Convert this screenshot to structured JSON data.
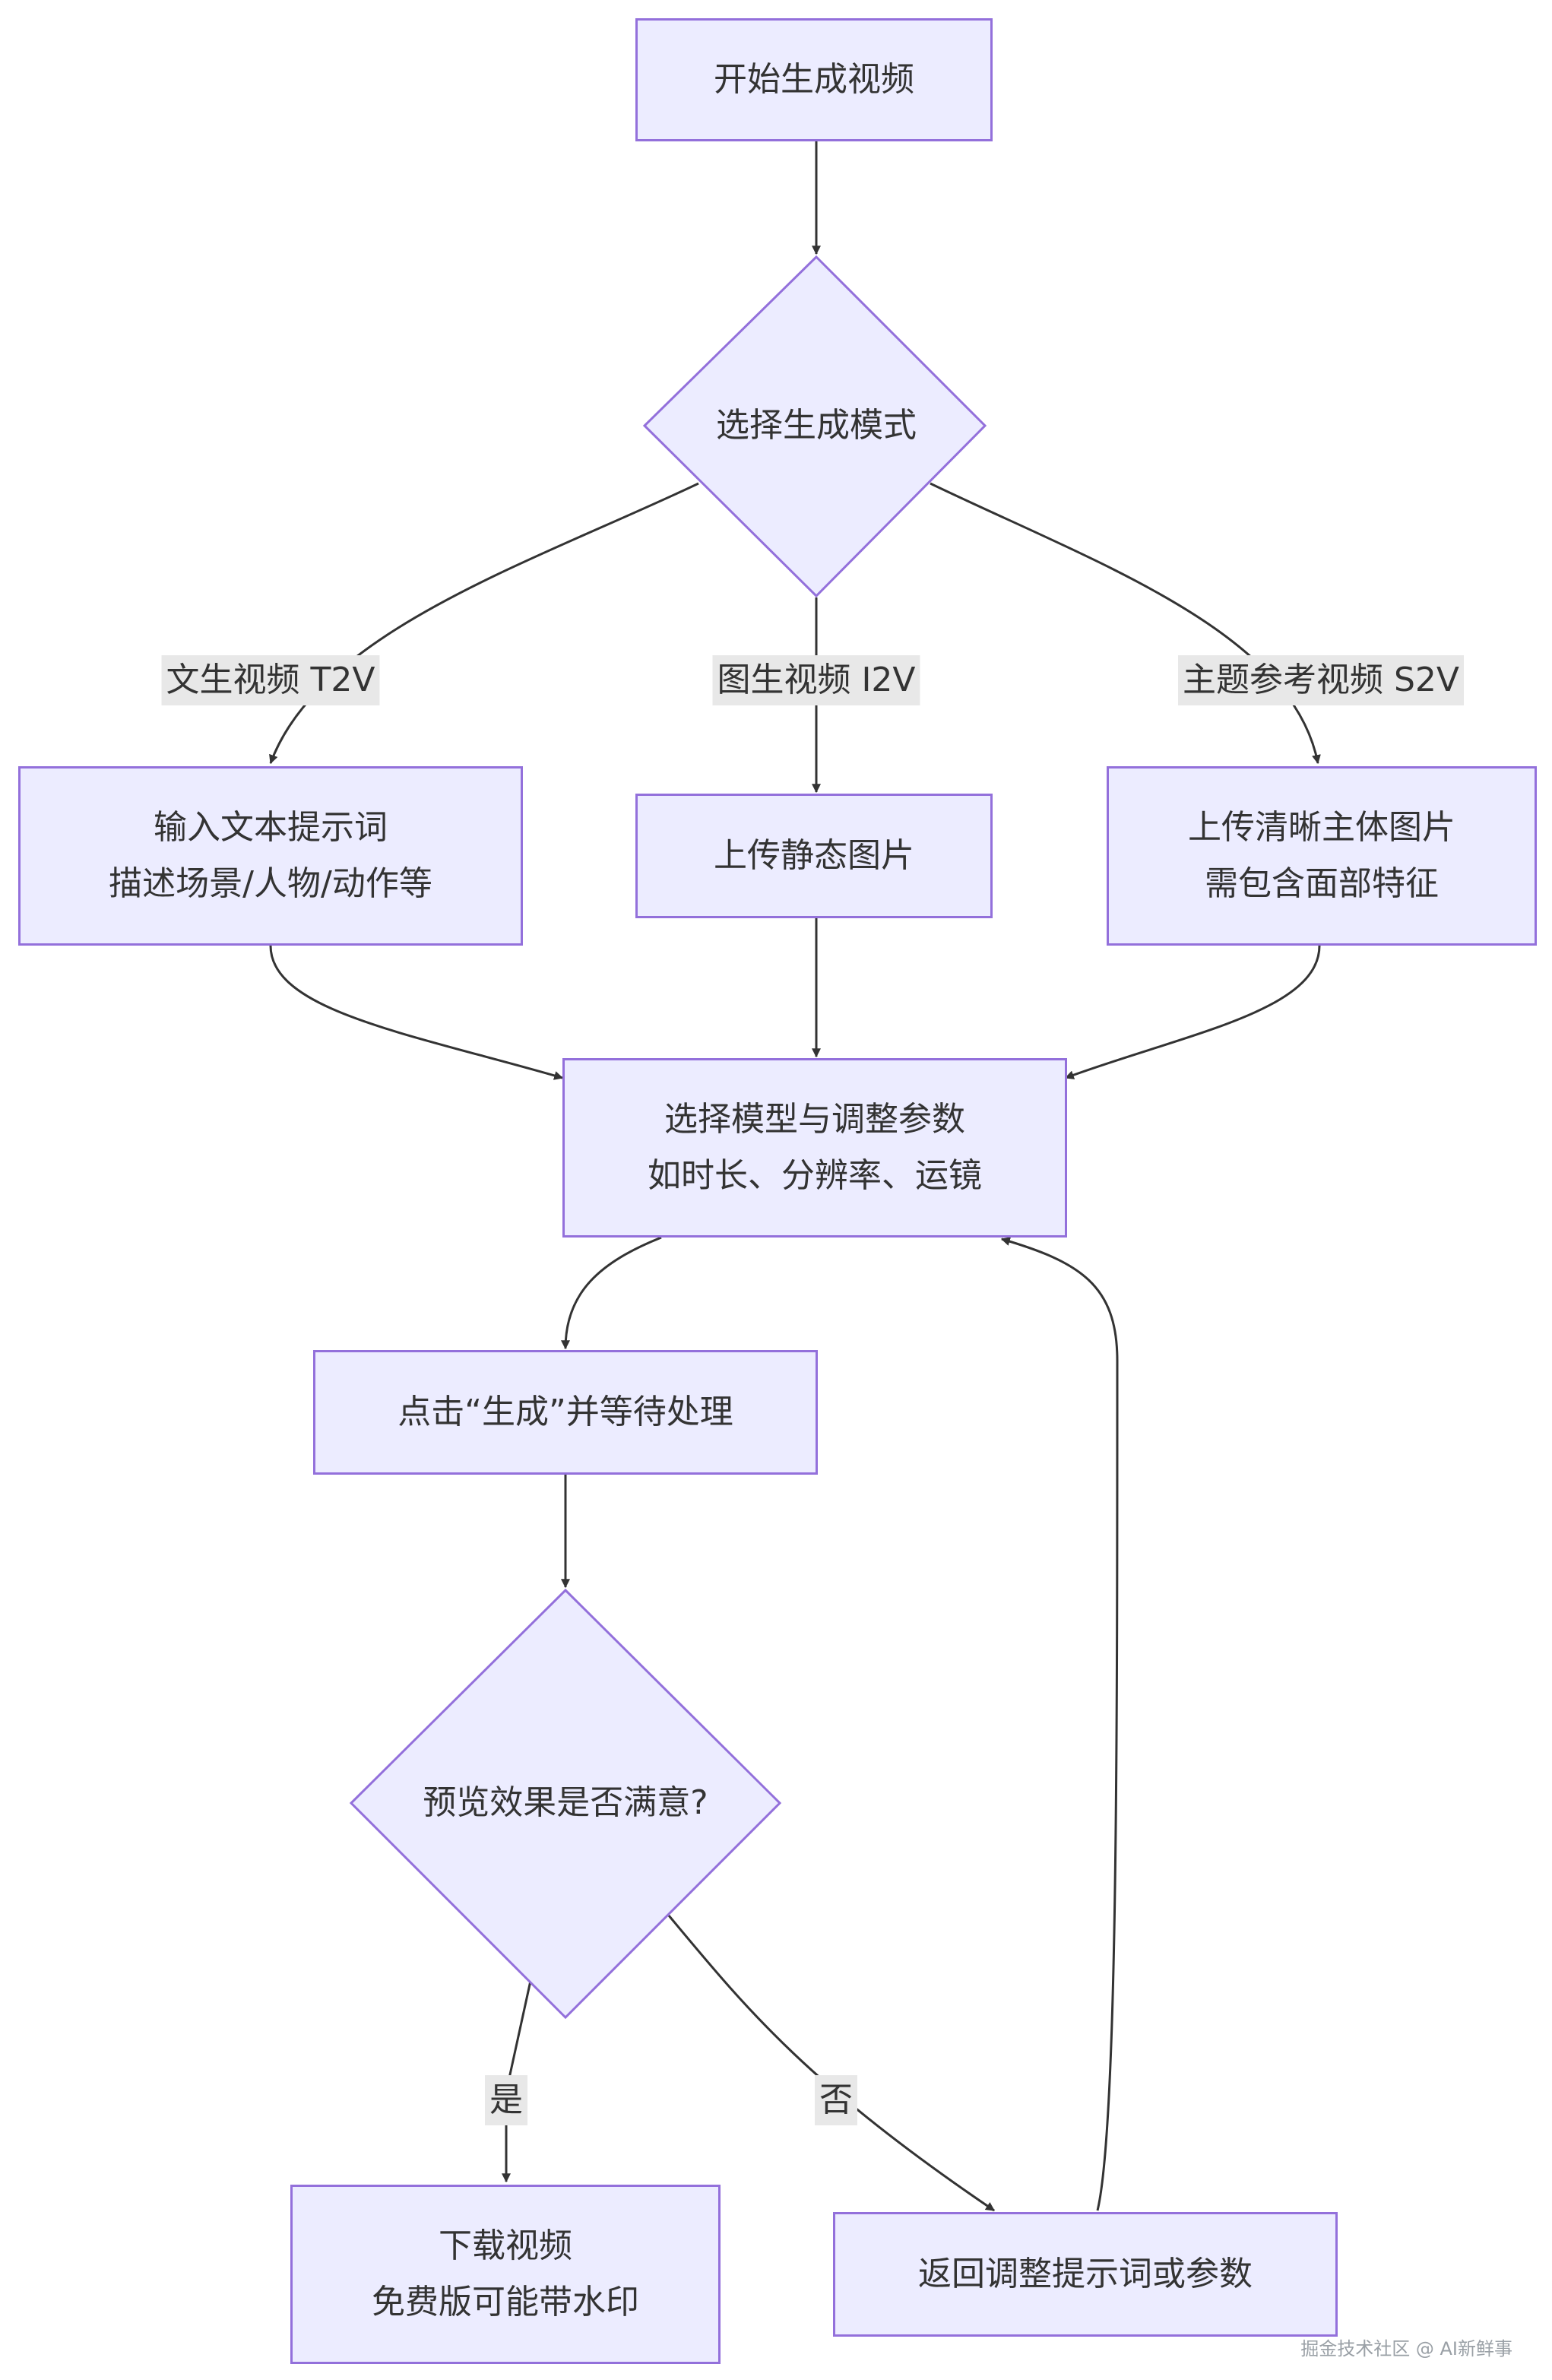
{
  "nodes": {
    "start": "开始生成视频",
    "choose_mode": "选择生成模式",
    "t2v_line1": "输入文本提示词",
    "t2v_line2": "描述场景/人物/动作等",
    "i2v": "上传静态图片",
    "s2v_line1": "上传清晰主体图片",
    "s2v_line2": "需包含面部特征",
    "params_line1": "选择模型与调整参数",
    "params_line2": "如时长、分辨率、运镜",
    "generate": "点击“生成”并等待处理",
    "satisfied": "预览效果是否满意?",
    "download_line1": "下载视频",
    "download_line2": "免费版可能带水印",
    "adjust": "返回调整提示词或参数"
  },
  "edge_labels": {
    "t2v": "文生视频 T2V",
    "i2v": "图生视频 I2V",
    "s2v": "主题参考视频 S2V",
    "yes": "是",
    "no": "否"
  },
  "watermark": "掘金技术社区 @ AI新鲜事",
  "colors": {
    "node_fill": "#ECECFF",
    "node_stroke": "#9370DB",
    "edge": "#333333",
    "label_bg": "#e8e8e8"
  }
}
